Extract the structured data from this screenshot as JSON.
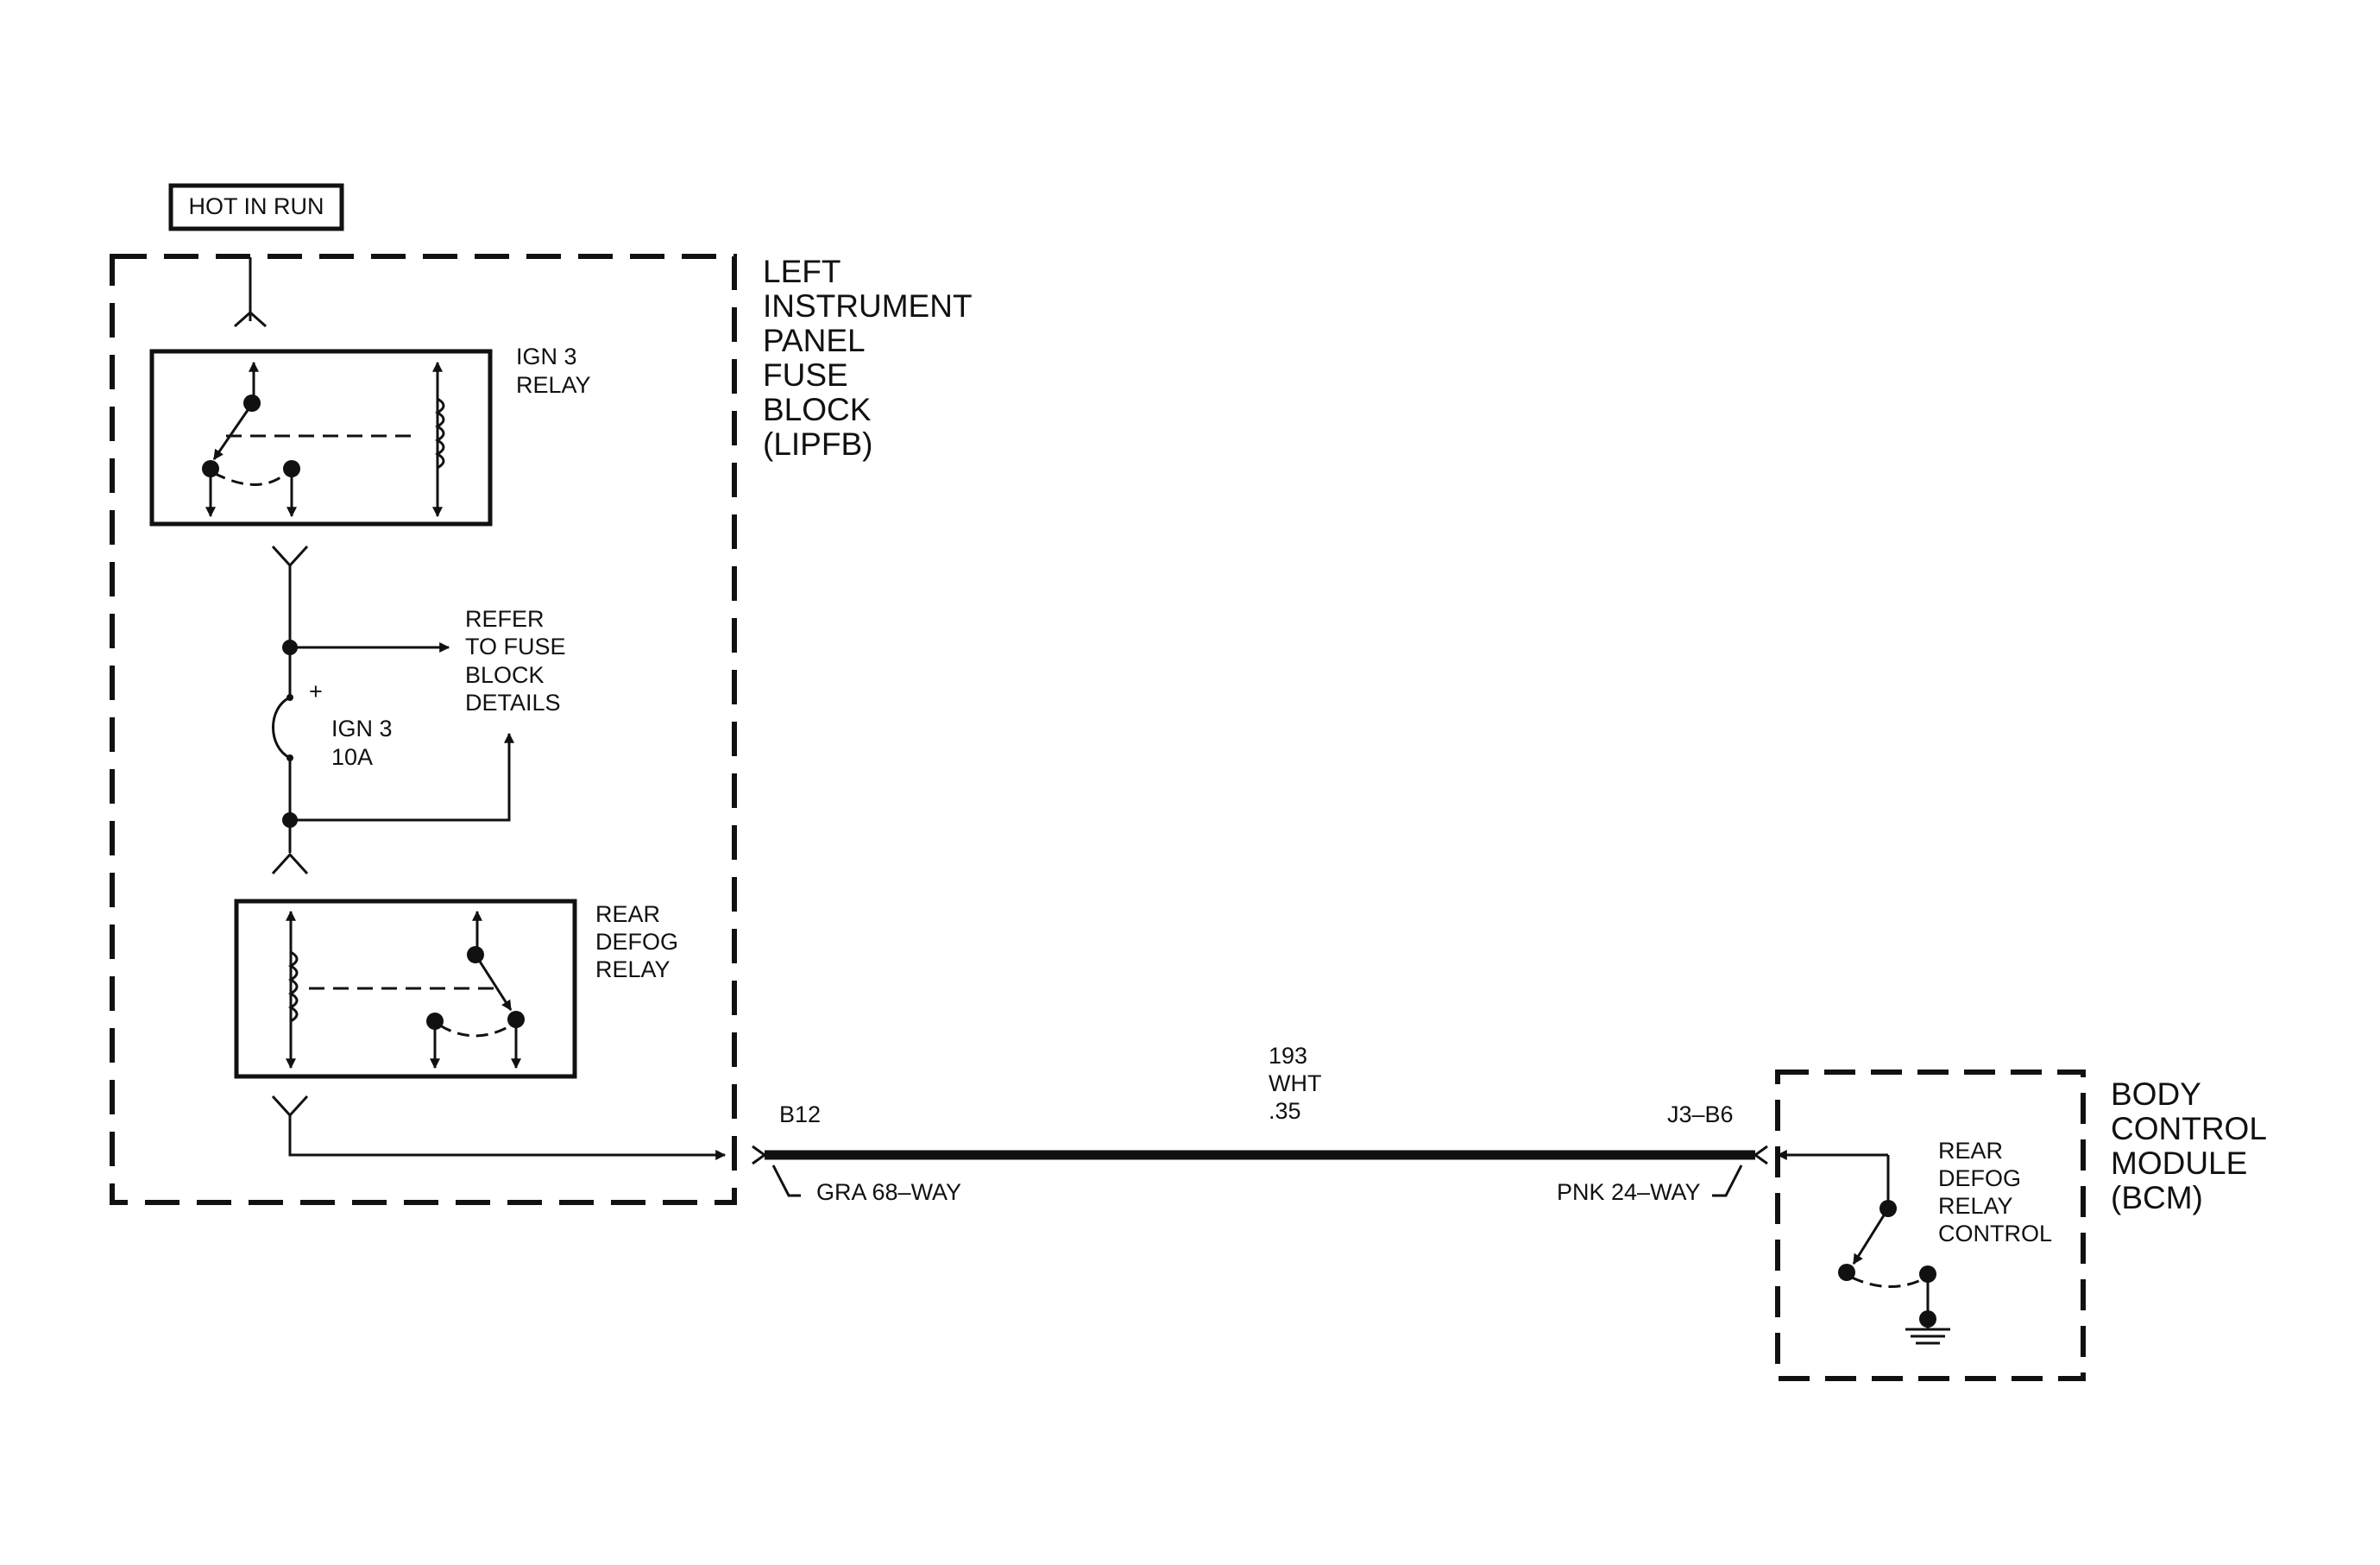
{
  "labels": {
    "hot_in_run": "HOT IN RUN",
    "ign3_relay": [
      "IGN 3",
      "RELAY"
    ],
    "lipfb": [
      "LEFT",
      "INSTRUMENT",
      "PANEL",
      "FUSE",
      "BLOCK",
      "(LIPFB)"
    ],
    "refer": [
      "REFER",
      "TO FUSE",
      "BLOCK",
      "DETAILS"
    ],
    "fuse_plus": "+",
    "fuse": [
      "IGN 3",
      "10A"
    ],
    "rear_defog_relay": [
      "REAR",
      "DEFOG",
      "RELAY"
    ],
    "wire": [
      "193",
      "WHT",
      ".35"
    ],
    "left_connector_pin": "B12",
    "right_connector_pin": "J3–B6",
    "left_connector_desc": "GRA 68–WAY",
    "right_connector_desc": "PNK 24–WAY",
    "bcm": [
      "BODY",
      "CONTROL",
      "MODULE",
      "(BCM)"
    ],
    "bcm_control": [
      "REAR",
      "DEFOG",
      "RELAY",
      "CONTROL"
    ]
  },
  "colors": {
    "line": "#111111",
    "background": "#ffffff"
  }
}
